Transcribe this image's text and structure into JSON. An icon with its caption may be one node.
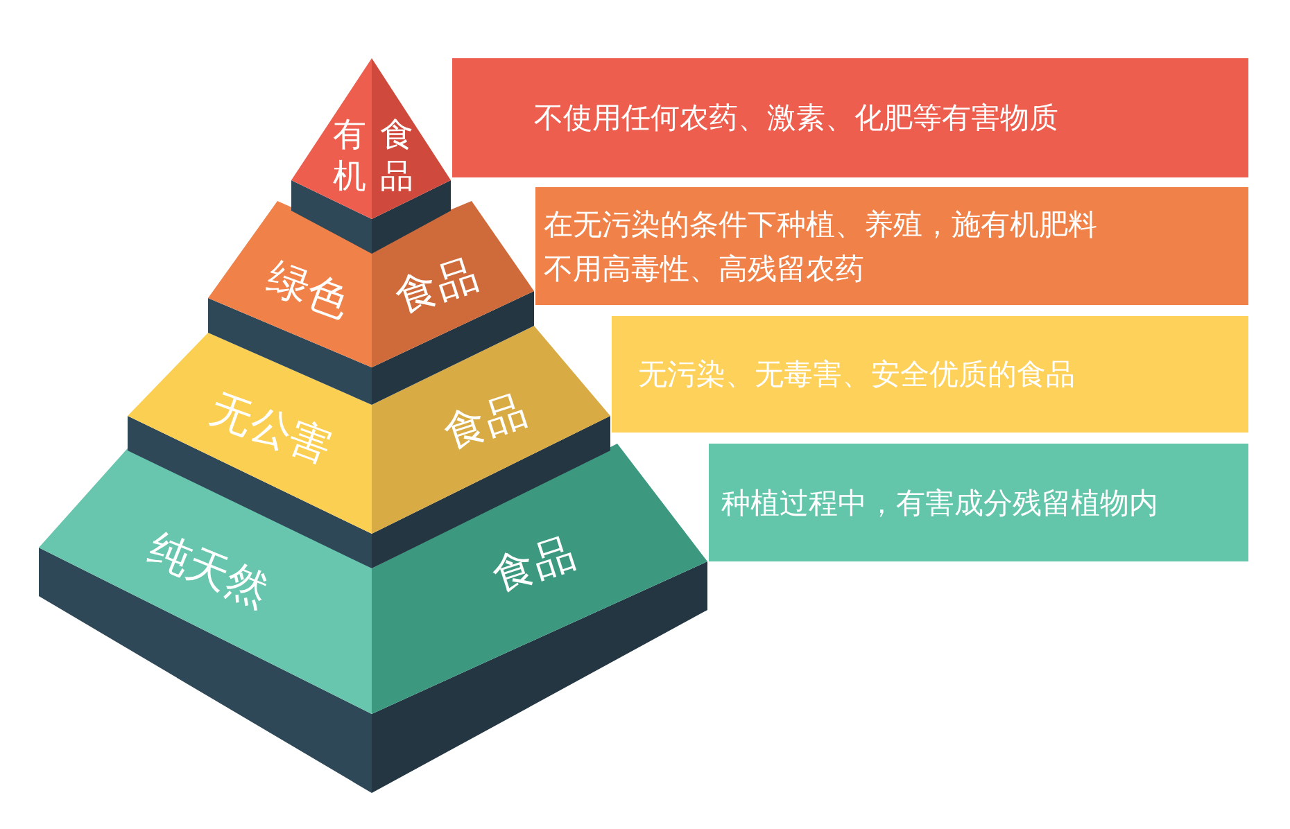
{
  "diagram": {
    "nodes": [
      {
        "text": [
          "不使用任何农药、激素、化肥等有害物质"
        ]
      },
      {
        "text": [
          "在无污染的条件下种植、养殖，施有机肥料不用高毒性、高残留农药"
        ]
      },
      {
        "text": [
          "无污染、无毒害、安全优质的食品"
        ]
      },
      {
        "text": [
          "种植过程中，有害成分残留植物内"
        ]
      },
      {
        "text": [
          "有机",
          "食品"
        ]
      },
      {
        "text": [
          "绿色",
          "食品"
        ]
      },
      {
        "text": [
          "无公害",
          "食品"
        ]
      },
      {
        "text": [
          "纯天然",
          "食品"
        ]
      }
    ]
  }
}
